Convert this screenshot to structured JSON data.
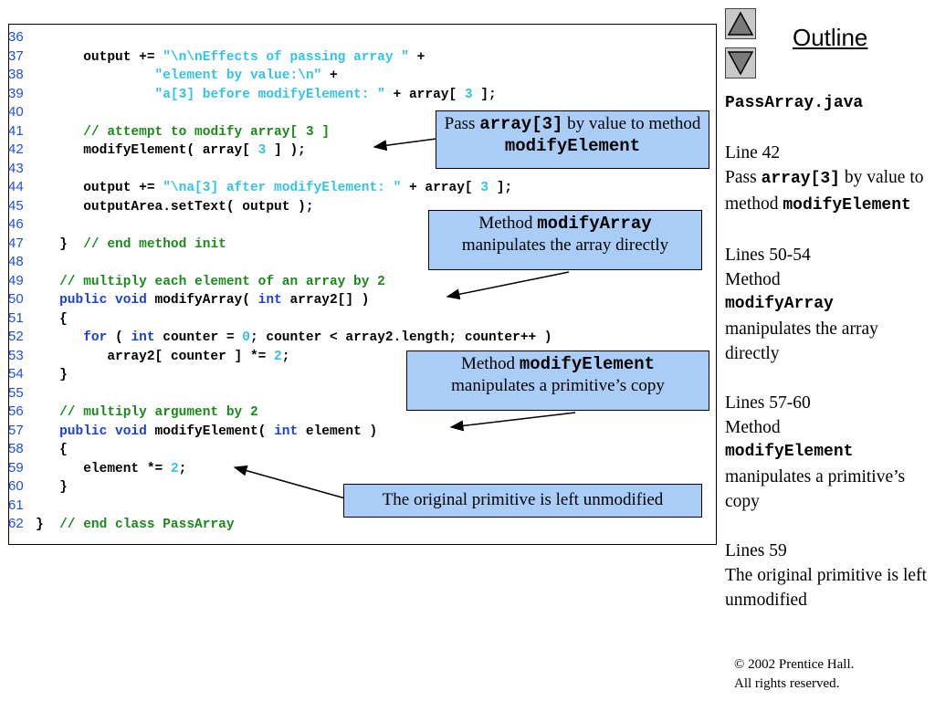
{
  "code_lines": [
    {
      "n": "36",
      "tokens": []
    },
    {
      "n": "37",
      "tokens": [
        {
          "t": "code",
          "s": "      output += "
        },
        {
          "t": "str",
          "s": "\"\\n\\nEffects of passing array \""
        },
        {
          "t": "code",
          "s": " +"
        }
      ]
    },
    {
      "n": "38",
      "tokens": [
        {
          "t": "code",
          "s": "               "
        },
        {
          "t": "str",
          "s": "\"element by value:\\n\""
        },
        {
          "t": "code",
          "s": " +"
        }
      ]
    },
    {
      "n": "39",
      "tokens": [
        {
          "t": "code",
          "s": "               "
        },
        {
          "t": "str",
          "s": "\"a[3] before modifyElement: \""
        },
        {
          "t": "code",
          "s": " + array[ "
        },
        {
          "t": "num",
          "s": "3"
        },
        {
          "t": "code",
          "s": " ];"
        }
      ]
    },
    {
      "n": "40",
      "tokens": []
    },
    {
      "n": "41",
      "tokens": [
        {
          "t": "code",
          "s": "      "
        },
        {
          "t": "com",
          "s": "// attempt to modify array[ 3 ]"
        }
      ]
    },
    {
      "n": "42",
      "tokens": [
        {
          "t": "code",
          "s": "      modifyElement( array[ "
        },
        {
          "t": "num",
          "s": "3"
        },
        {
          "t": "code",
          "s": " ] );"
        }
      ]
    },
    {
      "n": "43",
      "tokens": []
    },
    {
      "n": "44",
      "tokens": [
        {
          "t": "code",
          "s": "      output += "
        },
        {
          "t": "str",
          "s": "\"\\na[3] after modifyElement: \""
        },
        {
          "t": "code",
          "s": " + array[ "
        },
        {
          "t": "num",
          "s": "3"
        },
        {
          "t": "code",
          "s": " ];"
        }
      ]
    },
    {
      "n": "45",
      "tokens": [
        {
          "t": "code",
          "s": "      outputArea.setText( output );"
        }
      ]
    },
    {
      "n": "46",
      "tokens": []
    },
    {
      "n": "47",
      "tokens": [
        {
          "t": "code",
          "s": "   }  "
        },
        {
          "t": "com",
          "s": "// end method init"
        }
      ]
    },
    {
      "n": "48",
      "tokens": []
    },
    {
      "n": "49",
      "tokens": [
        {
          "t": "code",
          "s": "   "
        },
        {
          "t": "com",
          "s": "// multiply each element of an array by 2"
        }
      ]
    },
    {
      "n": "50",
      "tokens": [
        {
          "t": "code",
          "s": "   "
        },
        {
          "t": "kw",
          "s": "public void"
        },
        {
          "t": "code",
          "s": " modifyArray( "
        },
        {
          "t": "kw",
          "s": "int"
        },
        {
          "t": "code",
          "s": " array2[] )"
        }
      ]
    },
    {
      "n": "51",
      "tokens": [
        {
          "t": "code",
          "s": "   {"
        }
      ]
    },
    {
      "n": "52",
      "tokens": [
        {
          "t": "code",
          "s": "      "
        },
        {
          "t": "kw",
          "s": "for"
        },
        {
          "t": "code",
          "s": " ( "
        },
        {
          "t": "kw",
          "s": "int"
        },
        {
          "t": "code",
          "s": " counter = "
        },
        {
          "t": "num",
          "s": "0"
        },
        {
          "t": "code",
          "s": "; counter < array2.length; counter++ )"
        }
      ]
    },
    {
      "n": "53",
      "tokens": [
        {
          "t": "code",
          "s": "         array2[ counter ] *= "
        },
        {
          "t": "num",
          "s": "2"
        },
        {
          "t": "code",
          "s": ";"
        }
      ]
    },
    {
      "n": "54",
      "tokens": [
        {
          "t": "code",
          "s": "   }"
        }
      ]
    },
    {
      "n": "55",
      "tokens": []
    },
    {
      "n": "56",
      "tokens": [
        {
          "t": "code",
          "s": "   "
        },
        {
          "t": "com",
          "s": "// multiply argument by 2"
        }
      ]
    },
    {
      "n": "57",
      "tokens": [
        {
          "t": "code",
          "s": "   "
        },
        {
          "t": "kw",
          "s": "public void"
        },
        {
          "t": "code",
          "s": " modifyElement( "
        },
        {
          "t": "kw",
          "s": "int"
        },
        {
          "t": "code",
          "s": " element )"
        }
      ]
    },
    {
      "n": "58",
      "tokens": [
        {
          "t": "code",
          "s": "   {"
        }
      ]
    },
    {
      "n": "59",
      "tokens": [
        {
          "t": "code",
          "s": "      element *= "
        },
        {
          "t": "num",
          "s": "2"
        },
        {
          "t": "code",
          "s": ";"
        }
      ]
    },
    {
      "n": "60",
      "tokens": [
        {
          "t": "code",
          "s": "   }"
        }
      ]
    },
    {
      "n": "61",
      "tokens": []
    },
    {
      "n": "62",
      "tokens": [
        {
          "t": "code",
          "s": "}  "
        },
        {
          "t": "com",
          "s": "// end class PassArray"
        }
      ]
    }
  ],
  "callouts": {
    "c1": {
      "pre": "Pass ",
      "mono": "array[3]",
      "mid": " by value to method ",
      "mono2": "modifyElement"
    },
    "c2": {
      "pre": "Method ",
      "mono": "modifyArray",
      "post": "manipulates the array directly"
    },
    "c3": {
      "pre": "Method ",
      "mono": "modifyElement",
      "post": "manipulates a primitive’s copy"
    },
    "c4": {
      "text": "The original primitive is left unmodified"
    }
  },
  "nav": {
    "title": "Outline",
    "up_icon": "triangle-up-icon",
    "down_icon": "triangle-down-icon"
  },
  "sidebar": {
    "file_title": "PassArray.java",
    "note1": {
      "line": "Line 42",
      "a": "Pass ",
      "mono": "array[3]",
      "b": " by value to method ",
      "mono2": "modifyElement"
    },
    "note2": {
      "line": "Lines 50-54",
      "a": "Method",
      "mono": "modifyArray",
      "b": "manipulates the array directly"
    },
    "note3": {
      "line": "Lines 57-60",
      "a": "Method",
      "mono": "modifyElement",
      "b": "manipulates a primitive’s copy"
    },
    "note4": {
      "line": "Lines 59",
      "a": "The original primitive is left unmodified"
    }
  },
  "copyright": {
    "line1": "© 2002 Prentice Hall.",
    "line2": "All rights reserved."
  },
  "colors": {
    "callout_bg": "#a9cdf6",
    "line_number": "#1f4fe0",
    "string": "#33c3e6",
    "keyword": "#1a3fd6",
    "comment": "#1a8a1a"
  }
}
